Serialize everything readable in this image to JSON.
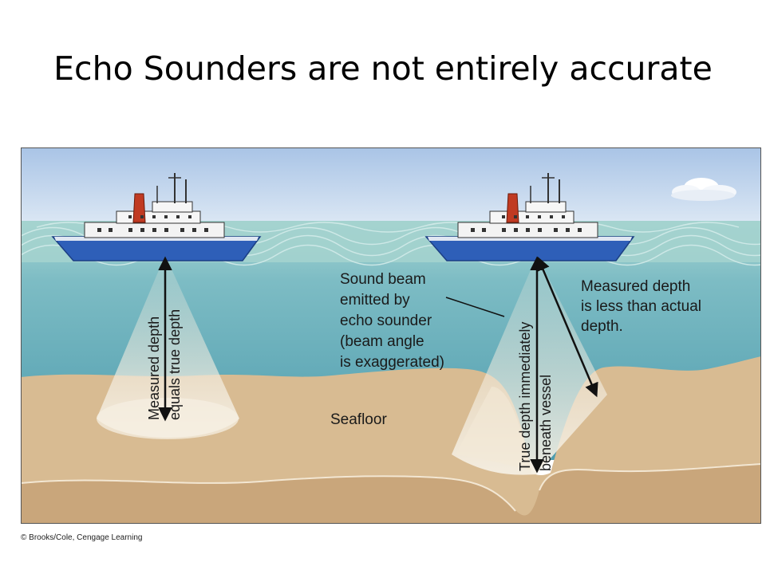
{
  "slide": {
    "title": "Echo Sounders are not entirely accurate",
    "credit": "© Brooks/Cole, Cengage Learning"
  },
  "diagram": {
    "labels": {
      "left_vertical_1": "Measured depth",
      "left_vertical_2": "equals true depth",
      "beam_1": "Sound beam",
      "beam_2": "emitted by",
      "beam_3": "echo sounder",
      "beam_4": "(beam angle",
      "beam_5": "is exaggerated)",
      "seafloor": "Seafloor",
      "right_vertical_1": "True depth immediately",
      "right_vertical_2": "beneath vessel",
      "measured_1": "Measured depth",
      "measured_2": "is less than actual",
      "measured_3": "depth."
    },
    "colors": {
      "sky": "#c4d8ee",
      "water_surface": "#9fcfcc",
      "water_deep": "#5aa6b6",
      "seafloor": "#d6b88f",
      "seafloor_dark": "#c9a77c",
      "hull": "#2e5fb8",
      "funnel": "#c03a22",
      "beam": "#efe4d2"
    }
  }
}
